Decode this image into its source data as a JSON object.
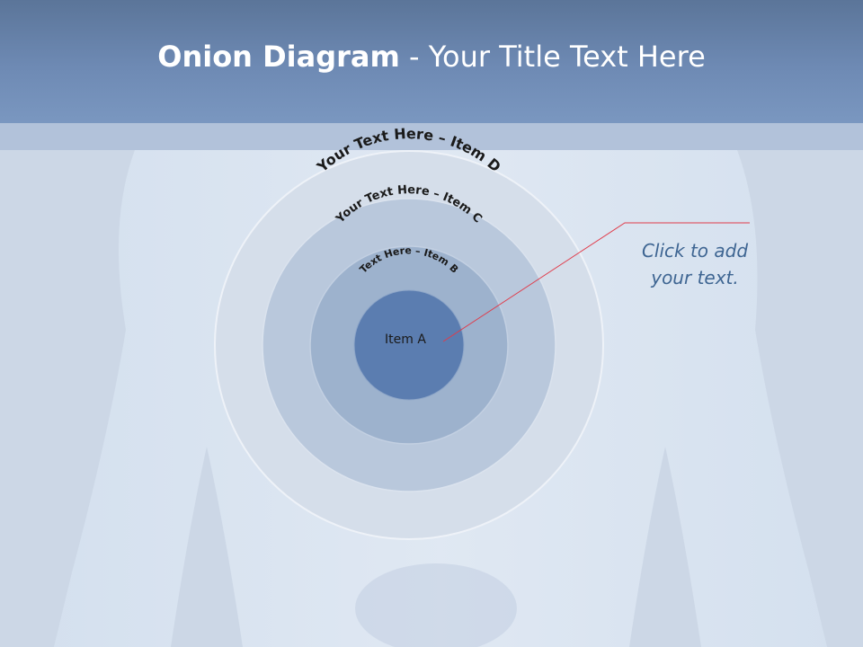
{
  "title": {
    "bold_part": "Onion Diagram",
    "rest_part": " - Your Title Text Here"
  },
  "diagram": {
    "layers": [
      {
        "label": "Your Text Here – Item D",
        "color": "#d5deea"
      },
      {
        "label": "Your Text Here – Item C",
        "color": "#b9c8dc"
      },
      {
        "label": "Text Here – Item B",
        "color": "#9db2cd"
      },
      {
        "label": "Item A",
        "color": "#5b7db0"
      }
    ]
  },
  "callout": {
    "line1": "Click  to add",
    "line2": "your text.",
    "line_color": "#e03b4a",
    "text_color": "#3e6592"
  },
  "theme": {
    "header_color": "#6e8ab4",
    "background_color": "#c9d6e6"
  }
}
